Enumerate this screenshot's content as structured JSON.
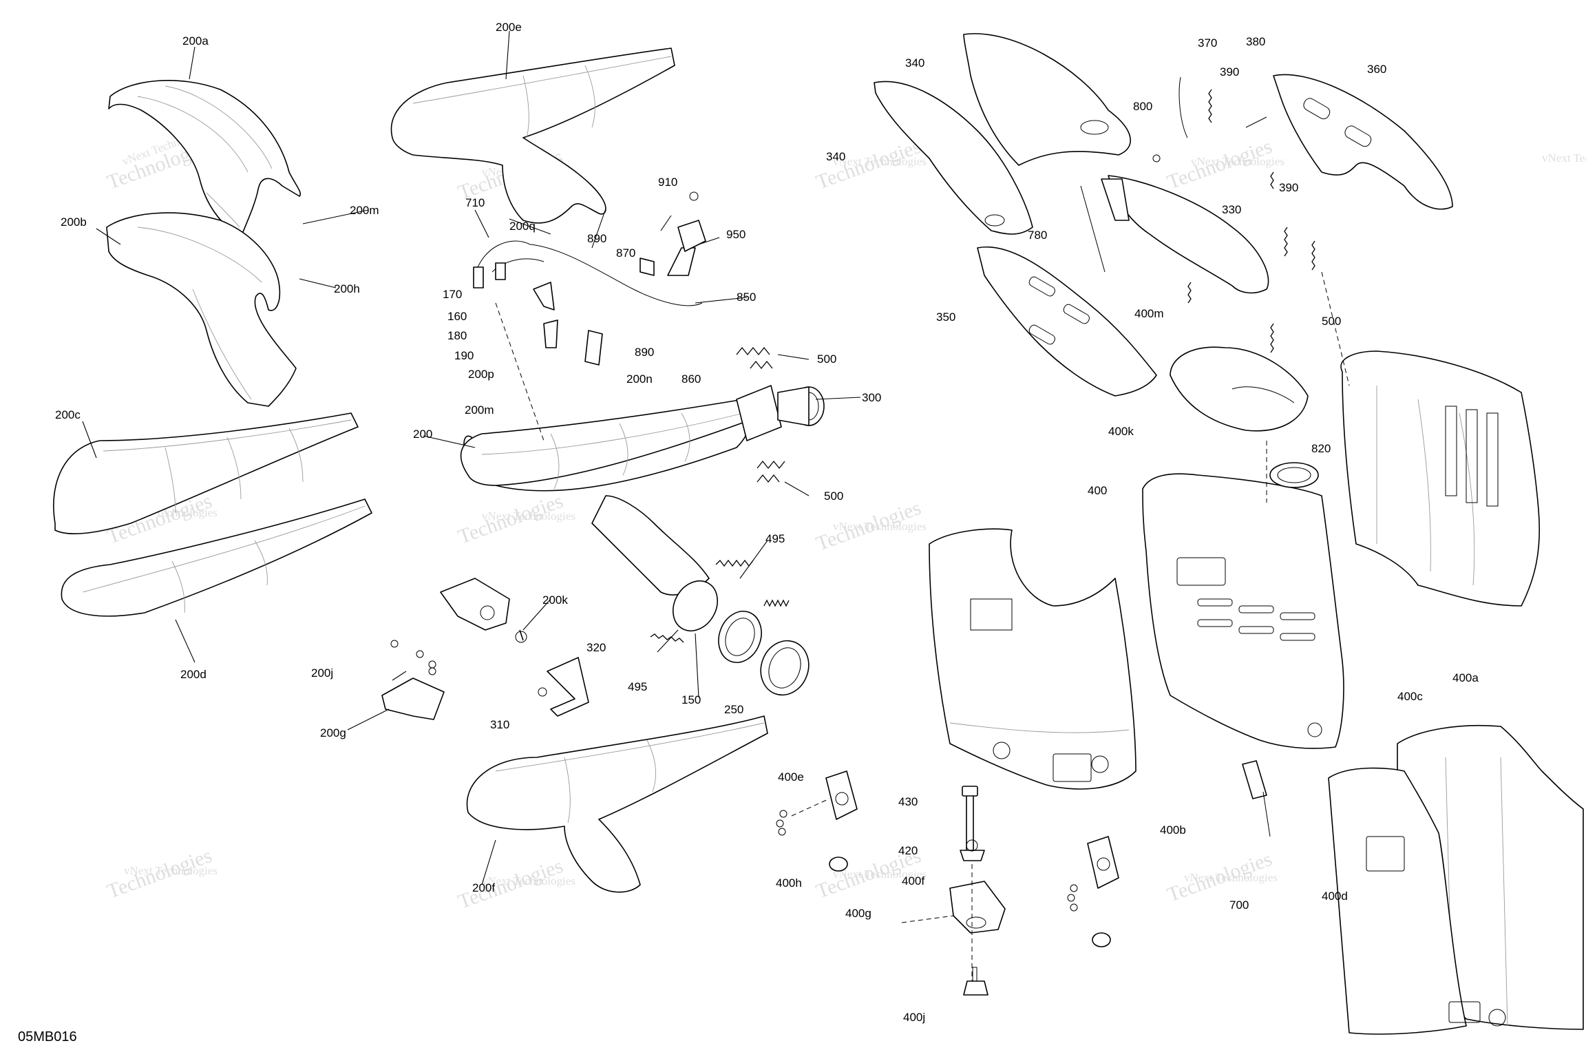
{
  "diagram": {
    "code": "05MB016",
    "watermark": {
      "line1": "vNext Technologies",
      "line2": "vNext",
      "line3": "Technologies"
    },
    "callouts": {
      "200a": "200a",
      "200b": "200b",
      "200c": "200c",
      "200d": "200d",
      "200e": "200e",
      "200f": "200f",
      "200g": "200g",
      "200h": "200h",
      "200j": "200j",
      "200k": "200k",
      "200m_a": "200m",
      "200m_b": "200m",
      "200n": "200n",
      "200p": "200p",
      "200q": "200q",
      "200": "200",
      "150": "150",
      "160": "160",
      "170": "170",
      "180": "180",
      "190": "190",
      "250": "250",
      "300": "300",
      "310": "310",
      "320": "320",
      "330": "330",
      "340_a": "340",
      "340_b": "340",
      "350": "350",
      "360": "360",
      "370": "370",
      "380": "380",
      "390_a": "390",
      "390_b": "390",
      "400": "400",
      "400a": "400a",
      "400b": "400b",
      "400c": "400c",
      "400d": "400d",
      "400e": "400e",
      "400f": "400f",
      "400g": "400g",
      "400h": "400h",
      "400j": "400j",
      "400k": "400k",
      "400m": "400m",
      "420": "420",
      "430": "430",
      "495_a": "495",
      "495_b": "495",
      "500_a": "500",
      "500_b": "500",
      "500_c": "500",
      "700": "700",
      "710": "710",
      "780": "780",
      "800": "800",
      "820": "820",
      "850": "850",
      "860": "860",
      "870": "870",
      "890_a": "890",
      "890_b": "890",
      "910": "910",
      "950": "950"
    }
  }
}
